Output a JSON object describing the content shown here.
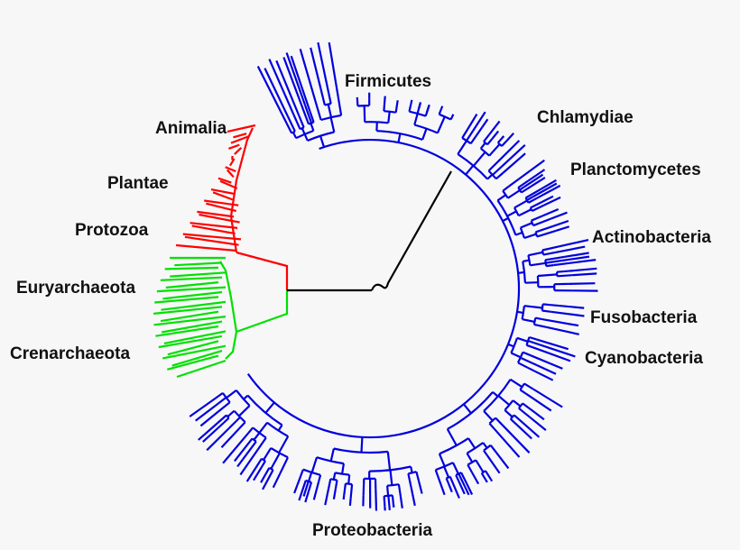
{
  "diagram": {
    "type": "circular-phylogenetic-tree",
    "colors": {
      "eukaryota": "#ff0000",
      "archaea": "#00e000",
      "bacteria": "#0000dd",
      "root": "#000000"
    },
    "labels": {
      "firmicutes": "Firmicutes",
      "chlamydiae": "Chlamydiae",
      "planctomycetes": "Planctomycetes",
      "actinobacteria": "Actinobacteria",
      "fusobacteria": "Fusobacteria",
      "cyanobacteria": "Cyanobacteria",
      "proteobacteria": "Proteobacteria",
      "animalia": "Animalia",
      "plantae": "Plantae",
      "protozoa": "Protozoa",
      "euryarchaeota": "Euryarchaeota",
      "crenarchaeota": "Crenarchaeota"
    }
  }
}
